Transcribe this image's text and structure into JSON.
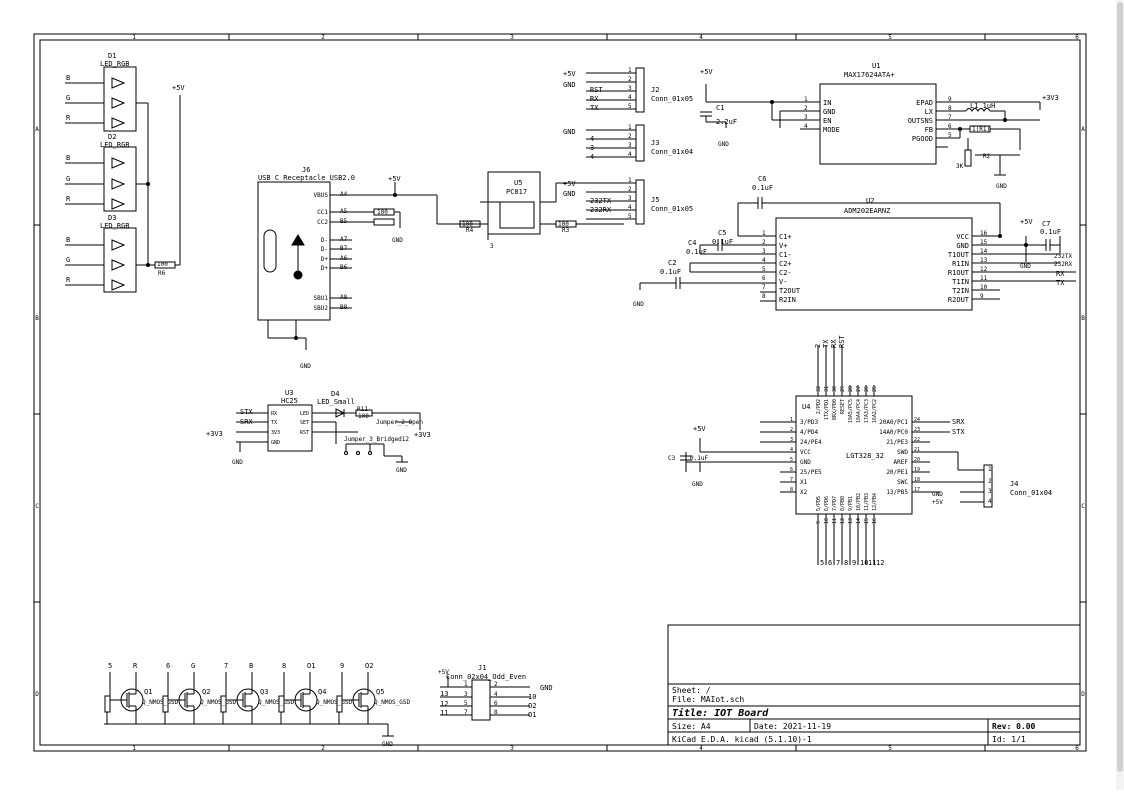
{
  "border": {
    "col_labels": [
      "1",
      "2",
      "3",
      "4",
      "5",
      "6"
    ],
    "row_labels": [
      "A",
      "B",
      "C",
      "D"
    ]
  },
  "title_block": {
    "sheet": "Sheet: /",
    "file": "File: MAIot.sch",
    "title": "Title: IOT Board",
    "size": "Size: A4",
    "date": "Date: 2021-11-19",
    "rev": "Rev: 0.00",
    "app": "KiCad E.D.A.  kicad (5.1.10)-1",
    "id": "Id: 1/1"
  },
  "components": {
    "d1": {
      "ref": "D1",
      "value": "LED_RGB"
    },
    "d2": {
      "ref": "D2",
      "value": "LED_RGB"
    },
    "d3": {
      "ref": "D3",
      "value": "LED_RGB"
    },
    "r_led": {
      "value": "100",
      "ref": "R6"
    },
    "j6": {
      "ref": "J6",
      "value": "USB_C_Receptacle_USB2.0"
    },
    "u5": {
      "ref": "U5",
      "value": "PC817"
    },
    "j2": {
      "ref": "J2",
      "value": "Conn_01x05"
    },
    "j3": {
      "ref": "J3",
      "value": "Conn_01x04"
    },
    "j5": {
      "ref": "J5",
      "value": "Conn_01x05"
    },
    "u1": {
      "ref": "U1",
      "value": "MAX17624ATA+"
    },
    "c1": {
      "ref": "C1",
      "value": "2.2uF"
    },
    "l1": {
      "value": "L1 1uH"
    },
    "r1": {
      "value": "1(R1)"
    },
    "r2": {
      "ref": "R2",
      "value": "3K"
    },
    "u2": {
      "ref": "U2",
      "value": "ADM202EARNZ"
    },
    "c6": {
      "ref": "C6",
      "value": "0.1uF"
    },
    "c5": {
      "ref": "C5",
      "value": "0.1uF"
    },
    "c4": {
      "ref": "C4",
      "value": "0.1uF"
    },
    "c2": {
      "ref": "C2",
      "value": "0.1uF"
    },
    "c7": {
      "ref": "C7",
      "value": "0.1uF"
    },
    "u3": {
      "ref": "U3",
      "value": "HC25"
    },
    "d4": {
      "ref": "D4",
      "value": "LED_Small"
    },
    "r11": {
      "ref": "R11",
      "value": "100"
    },
    "jp_open": {
      "value": "Jumper_2_Open"
    },
    "jp_lb": {
      "value": "Jumper_3_Bridged12"
    },
    "u4": {
      "ref": "U4",
      "value": "LGT328_32"
    },
    "c3": {
      "ref": "C3",
      "value": "0.1uF"
    },
    "j4": {
      "ref": "J4",
      "value": "Conn_01x04"
    },
    "j1": {
      "ref": "J1",
      "value": "Conn_02x04_Odd_Even"
    },
    "q1": {
      "ref": "Q1",
      "value": "Q_NMOS_GSD"
    },
    "q2": {
      "ref": "Q2",
      "value": "Q_NMOS_GSD"
    },
    "q3": {
      "ref": "Q3",
      "value": "Q_NMOS_GSD"
    },
    "q4": {
      "ref": "Q4",
      "value": "Q_NMOS_GSD"
    },
    "q5": {
      "ref": "Q5",
      "value": "Q_NMOS_GSD"
    }
  },
  "nets": {
    "p5v": "+5V",
    "p3v3": "+3V3",
    "gnd": "GND",
    "rst": "RST",
    "rx": "RX",
    "tx": "TX",
    "stx": "STX",
    "srx": "SRX",
    "t232tx": "232TX",
    "t232rx": "232RX",
    "b": "B",
    "g": "G",
    "r": "R",
    "o1": "O1",
    "o2": "O2"
  },
  "u1_pins": {
    "left": [
      "IN",
      "GND",
      "EN",
      "MODE"
    ],
    "left_nums": [
      "1",
      "2",
      "3",
      "4"
    ],
    "right": [
      "EPAD",
      "LX",
      "OUTSNS",
      "FB",
      "PGOOD"
    ],
    "right_nums": [
      "9",
      "8",
      "7",
      "6",
      "5"
    ]
  },
  "u2_pins": {
    "left": [
      "C1+",
      "V+",
      "C1-",
      "C2+",
      "C2-",
      "V-",
      "T2OUT",
      "R2IN"
    ],
    "left_nums": [
      "1",
      "2",
      "3",
      "4",
      "5",
      "6",
      "7",
      "8"
    ],
    "right": [
      "VCC",
      "GND",
      "T1OUT",
      "R1IN",
      "R1OUT",
      "T1IN",
      "T2IN",
      "R2OUT"
    ],
    "right_nums": [
      "16",
      "15",
      "14",
      "13",
      "12",
      "11",
      "10",
      "9"
    ]
  },
  "u4_pins": {
    "left": [
      "3/PD3",
      "4/PD4",
      "24/PE4",
      "VCC",
      "GND",
      "25/PE5",
      "X1",
      "X2"
    ],
    "left_nums": [
      "1",
      "2",
      "3",
      "4",
      "5",
      "6",
      "7",
      "8"
    ],
    "right": [
      "20A0/PC1",
      "14A0/PC0",
      "21/PE3",
      "SWD",
      "AREF",
      "20/PE1",
      "SWC",
      "13/PB5"
    ],
    "right_nums": [
      "24",
      "23",
      "22",
      "21",
      "20",
      "19",
      "18",
      "17"
    ],
    "top": [
      "2/PD2",
      "1TX/PD1",
      "0RX/PD0",
      "RESET",
      "19A5/PC5",
      "18A4/PC4",
      "17A3/PC3",
      "16A2/PC2"
    ],
    "top_nums": [
      "32",
      "31",
      "30",
      "29",
      "28",
      "27",
      "26",
      "25"
    ],
    "bottom": [
      "5/PD5",
      "6/PD6",
      "7/PD7",
      "8/PB0",
      "9/PB1",
      "10/PB2",
      "11/PB3",
      "12/PB4"
    ],
    "bottom_nums": [
      "9",
      "10",
      "11",
      "12",
      "13",
      "14",
      "15",
      "16"
    ]
  },
  "j6_pins": {
    "labels": [
      "VBUS",
      "CC1",
      "CC2",
      "D-",
      "D-",
      "D+",
      "D+",
      "SBU1",
      "SBU2"
    ],
    "nums": [
      "A4",
      "A5",
      "B5",
      "A7",
      "B7",
      "A6",
      "B6",
      "A8",
      "B8"
    ]
  },
  "u3_pins": {
    "left": [
      "RX",
      "TX",
      "3V3",
      "GND"
    ],
    "right": [
      "LED",
      "SET",
      "RST"
    ]
  },
  "top_labels": {
    "u4_top": [
      "2",
      "TX",
      "RX",
      "RST"
    ],
    "u4_bottom": [
      "5",
      "6",
      "7",
      "8",
      "9",
      "10",
      "11",
      "12"
    ],
    "q_tops": [
      "5",
      "R",
      "6",
      "G",
      "7",
      "B",
      "8",
      "O1",
      "9",
      "O2"
    ]
  }
}
